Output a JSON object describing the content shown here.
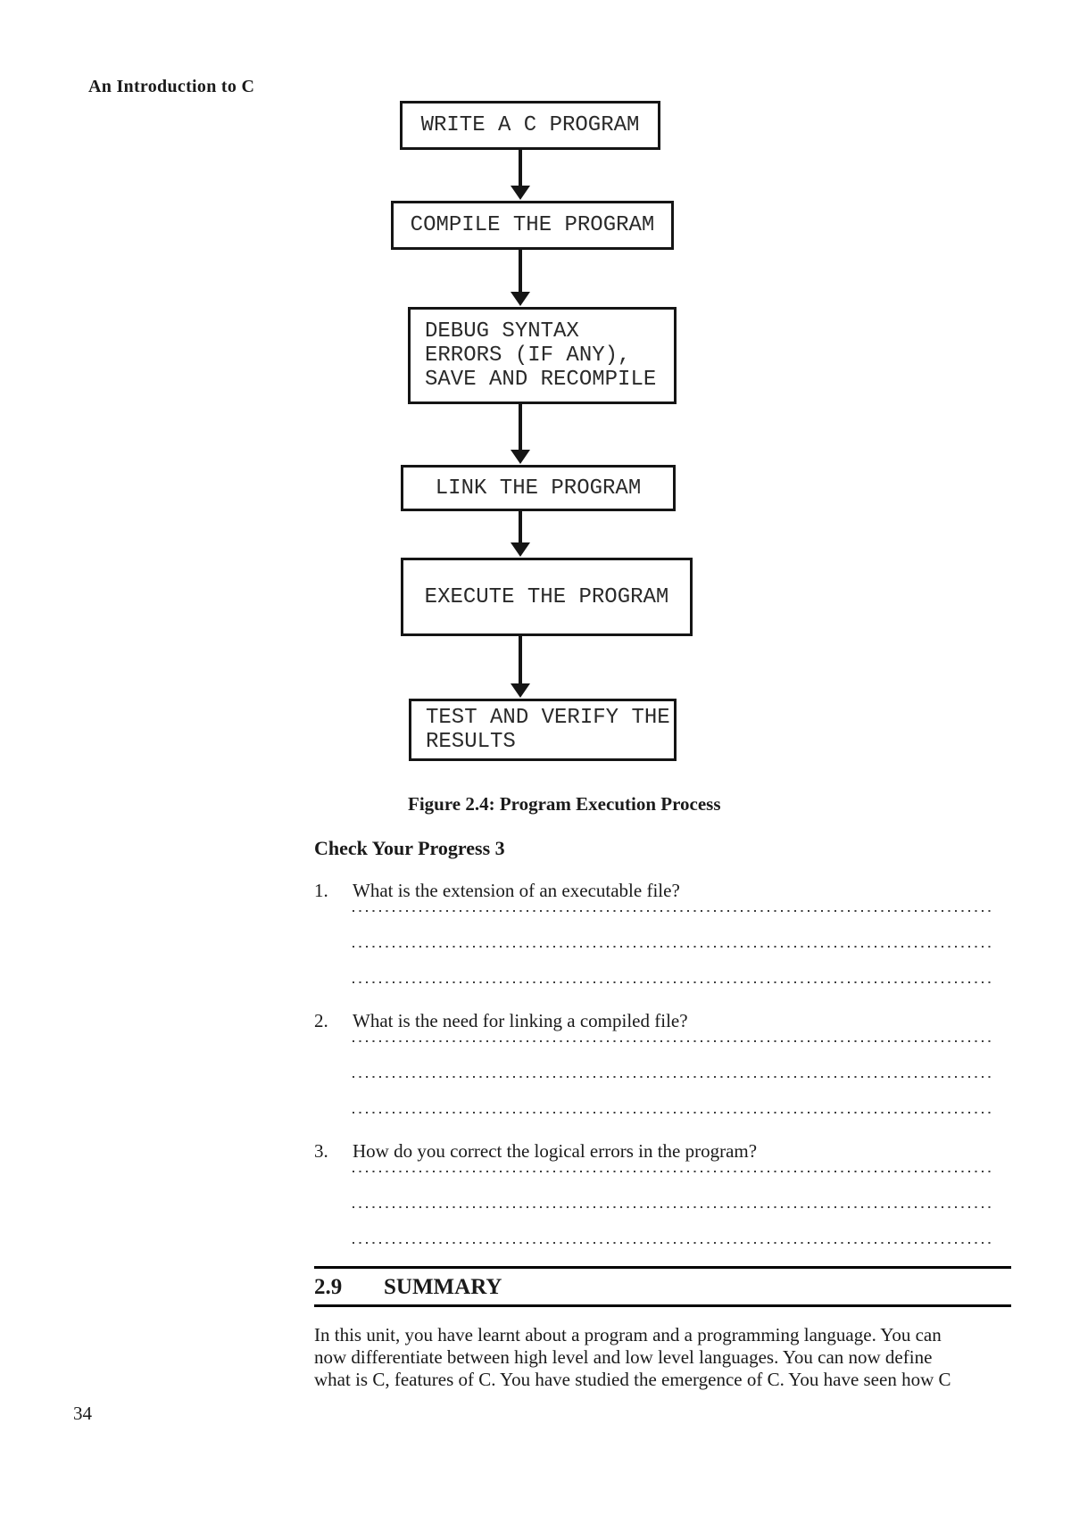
{
  "page": {
    "margin_header": "An Introduction to C",
    "page_number": "34"
  },
  "figure": {
    "boxes": [
      "WRITE A C PROGRAM",
      "COMPILE THE PROGRAM",
      "DEBUG SYNTAX\nERRORS (IF ANY),\nSAVE AND RECOMPILE",
      "LINK THE PROGRAM",
      "EXECUTE THE PROGRAM",
      "TEST AND VERIFY THE\nRESULTS"
    ],
    "caption": "Figure 2.4: Program Execution Process"
  },
  "check_your_progress": {
    "heading": "Check Your Progress 3",
    "questions": [
      {
        "number": "1.",
        "text": "What is the extension of an executable file?"
      },
      {
        "number": "2.",
        "text": "What is the need for linking a compiled file?"
      },
      {
        "number": "3.",
        "text": "How do you correct the logical errors in the program?"
      }
    ]
  },
  "summary": {
    "section_number": "2.9",
    "title": "SUMMARY",
    "body": "In this unit, you have learnt about a program and a programming language. You can\nnow differentiate between high level and low level languages. You can now define\nwhat is C, features of C. You have studied the emergence of C. You have seen how C"
  },
  "colors": {
    "ink": "#1a1a1a",
    "paper": "#ffffff"
  }
}
